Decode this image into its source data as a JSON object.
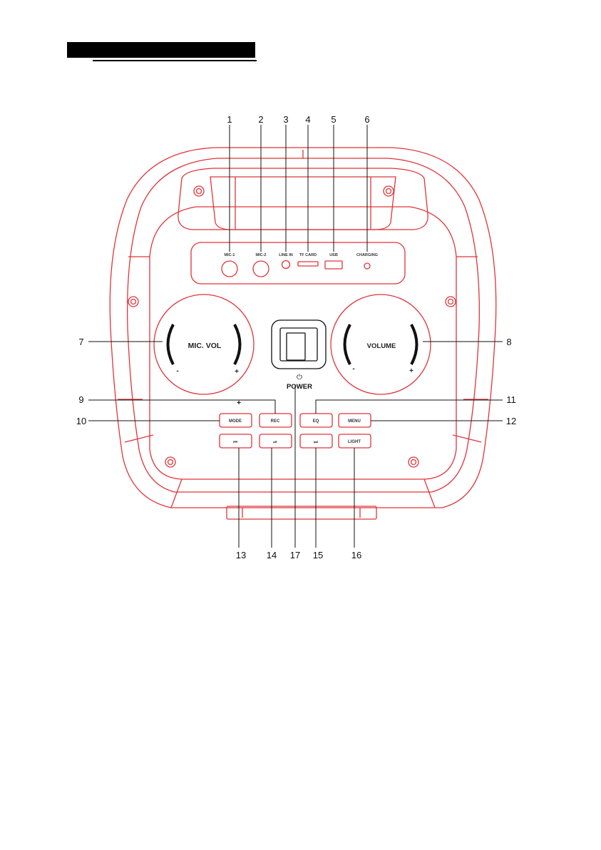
{
  "ports": {
    "mic1": "MIC-1",
    "mic2": "MIC-2",
    "line_in": "LINE IN",
    "tf_card": "TF CARD",
    "usb": "USB",
    "charging": "CHARGING"
  },
  "knobs": {
    "mic_vol": "MIC. VOL",
    "volume": "VOLUME",
    "minus": "-",
    "plus": "+"
  },
  "power": {
    "symbol": "⏻",
    "label": "POWER"
  },
  "buttons": {
    "plus_mark": "+",
    "mode": "MODE",
    "rec": "REC",
    "eq": "EQ",
    "menu": "MENU",
    "prev": "⏮",
    "play_pause": "⏯",
    "next": "⏭",
    "light": "LIGHT"
  },
  "callouts": {
    "n1": "1",
    "n2": "2",
    "n3": "3",
    "n4": "4",
    "n5": "5",
    "n6": "6",
    "n7": "7",
    "n8": "8",
    "n9": "9",
    "n10": "10",
    "n11": "11",
    "n12": "12",
    "n13": "13",
    "n14": "14",
    "n15": "15",
    "n16": "16",
    "n17": "17"
  },
  "colors": {
    "outline": "#e0343a",
    "ink": "#111111"
  }
}
